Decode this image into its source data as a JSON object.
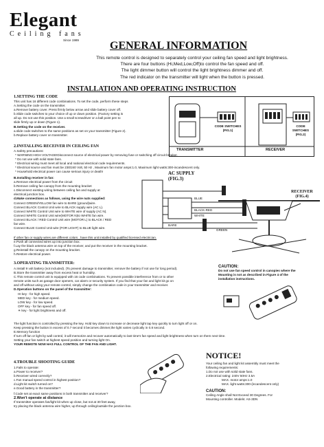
{
  "brand": {
    "name": "Elegant",
    "sub": "Ceiling fans",
    "since": "Since 1989"
  },
  "title_general": "GENERAL INFORMATION",
  "intro_lines": [
    "This remote control is designed to separately control your ceiling fan speed and light brightness.",
    "There are four buttons (Hi,Med,Low,Off)to control the fan speed and off.",
    "The light dimmer button will control the light brightness dimmer and off.",
    "The red indicator on the transmitter will light when the button is pressed."
  ],
  "title_install": "INSTALLATION AND OPERATING INSTRUCTION",
  "setting_code": {
    "heading": "1.SETTING THE CODE",
    "lines": [
      "This unit has 16 different code combinations. To set the code, perform these steps",
      "A.Setting the code on the transmitter.",
      "a.Remove battery cover. Press firmly below arrow and slide battery cover off.",
      "b.Slide code switches to your choice of up or down position. (Factory setting is",
      "all up. Do not use this position. Use a small screwdriver or a  ball point pen to",
      "slide firmly up or down (Figure 1).",
      "B.Setting the code on the receiver.",
      "a.slide code switches to the same positions as set on your transmitter (Figure 2).",
      "b.Replace battery cover on transmitter."
    ]
  },
  "installing": {
    "heading": "2.INSTALLING RECEIVER IN CEILING FAN",
    "lines": [
      "A.Safety precautions:",
      "* WARNING:HIGH VOLTAGE!Disconnect source of electrical power by removing fuse or switching off circuit breaker.",
      "* Do not use with solid state fans.",
      "* Electrical wiring must meet all local and national electrical code requirements.",
      "* Electrical source and fan must be 230/240 Volt, 50 Hz , Maximum fan motor amps:1.0, Maximum light watts:300-incandescent only.",
      "* Household electrical power can cause serious injury or death!",
      "B.Installing receiver in fan:",
      "a.Remove electrical power from the circuit",
      "b.Remove ceiling fan canopy from the mounting bracket",
      "c.Disconnect existing wiring between ceiling fan and supply at",
      "  electrical junction box.",
      "d.Make connections as follows, using the wire nuts supplied:",
      "Connect GREEN/YELLOW fan wire to BARE (ground)wire.",
      "Connect BLACK Control Unit wire to BLACK supply wire (AC L).",
      "Connect WHITE Control Unit wire to WHITE wire of supply (AC N).",
      "Connect WHITE Control Unit wire(MOTOR N)to WHITE fan wire.",
      "Connect BLACK / RED Control Unit wire (MOTOR L) to BLACK / RED",
      "fan wire.",
      "Connect BLUE Control Unit wire (FOR LIGHT) to BLUE light wire.",
      "If other fan or supply wires are different colors , have this unit installed by qualified licensed electrician.",
      "e.Push all connected wires up into junction box.",
      "f.Lay the black antenna wire on top of the receiver, and put the receiver in the mounting bracket.",
      "g.Reinstall the canopy on the mounting bracket.",
      "h.Restore electrical power."
    ]
  },
  "operating": {
    "heading": "3.OPERATING TRANSMITTER:",
    "lines": [
      "A.Install 9 volt battery (not included). (To prevent damage to transmitter, remove the battery if not use for long period).",
      "B.Store the transmitter away from excess heat or humidity.",
      "C.This remote control unit is equipped with 16 code combinations. To prevent possible interference from or to other",
      "  remote units such as garage door openers, car alarm or security system. If you find that your fan and light kit go on",
      "  and off without using your remote control, simply change the combination code in your transmitter and receiver.",
      "D.Operation buttons on the panel of the transmitter:",
      "HI key - for high speed.",
      "MED key - for medium speed.",
      "LOW key - for low speed.",
      "OFF key - for fan speed off.",
      "  key - for light brightness and off.",
      "The light function is controlled by pressing the  key. Hold key down to increase or decrease light  tap key quickly to turn light off or on.",
      "Keep pressing the button in excess of 0.7 second it becomes dimmer,the light varies  cyclically in 0.8 second.",
      "E.Memory function",
      "If turn off fan or light by wall control, it will memorize and recover automatically to last time's fan speed and light brightness when turn on them next time.",
      "Setting your fan switch at highest speed position and turning light On.",
      "YOUR REMOTE NOW HAS FULL CONTROL OF THE FAN AND LIGHT."
    ]
  },
  "trouble": {
    "heading": "4.TROUBLE SHOOTING GUIDE",
    "lines": [
      "1.Fails to operate:",
      "a.Power to receiver?",
      "b.Receiver wired correctly?",
      "c.Fan manual speed control in highest position?",
      "d.Light kit switch turned on?",
      "e.Good battery in the transmitter?",
      "f.Code set at exact same positions in both transmitter and receiver?",
      "2.Won't operate at distance",
      "If transmitter operates fan/light kit when up close, but not at 30 feet away,",
      "try placing the black antenna wire higher, up through ceiling/outside the junction box."
    ]
  },
  "notice": {
    "title": "NOTICE!",
    "lines": [
      "Your ceiling fan and light kit assembly must meet the",
      "following requirements:",
      "1.Do not use with solid state fans.",
      "2.Electrical rating: 240V 50Hz 3.5A",
      "                  MAX. motor amps:1.0",
      "                  MAX. light watts:300-(incandescent only)"
    ],
    "caution_title": "CAUTION:",
    "caution_lines": [
      "Ceiling Angle shall Not Exceed 30 Degrees. For",
      "Mounting controller. Models: AS-3DN"
    ]
  },
  "caution_mid": {
    "title": "CAUTION:",
    "lines": [
      "Do not use fan speed control in canopies where the",
      "Mounting is not as described in Figure 4 of the",
      "installation instructions."
    ]
  },
  "figures": {
    "transmitter_label": "TRANSMITTER",
    "receiver_label": "RECEIVER",
    "code_switches_fig1": "CODE SWITCHES (FIG.1)",
    "code_switches_fig2": "CODE SWITCHES (FIG.2)",
    "ac_supply": "AC SUPPLY (FIG.3)",
    "receiver_fig4": "RECEIVER (FIG.4)",
    "wires": [
      "BLUE",
      "BLACK-RED",
      "WHITE",
      "BARE",
      "GREEN"
    ]
  }
}
